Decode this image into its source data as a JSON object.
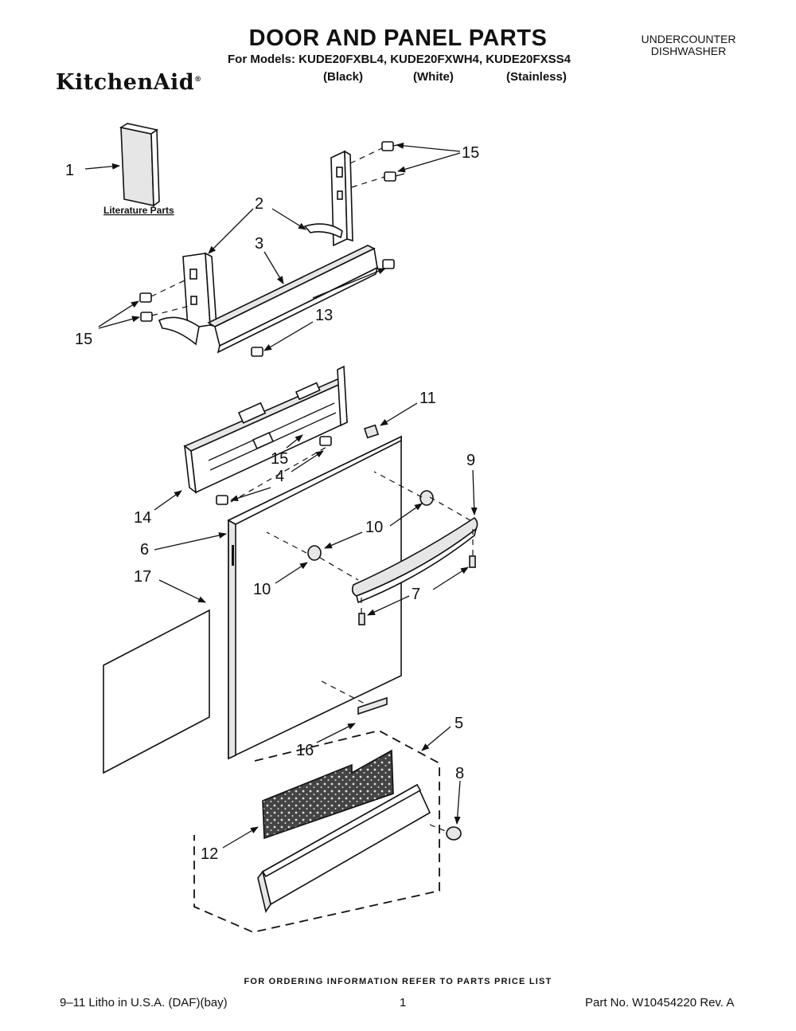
{
  "header": {
    "title": "DOOR AND PANEL PARTS",
    "models_line": "For Models: KUDE20FXBL4, KUDE20FXWH4, KUDE20FXSS4",
    "variants": [
      "(Black)",
      "(White)",
      "(Stainless)"
    ],
    "product_type_line1": "UNDERCOUNTER",
    "product_type_line2": "DISHWASHER",
    "brand": "KitchenAid",
    "brand_mark": "®"
  },
  "diagram": {
    "literature_label": "Literature Parts",
    "callouts": {
      "c1": "1",
      "c2": "2",
      "c3": "3",
      "c4": "4",
      "c5": "5",
      "c6": "6",
      "c7": "7",
      "c8": "8",
      "c9": "9",
      "c10a": "10",
      "c10b": "10",
      "c11": "11",
      "c12": "12",
      "c13": "13",
      "c14": "14",
      "c15a": "15",
      "c15b": "15",
      "c15c": "15",
      "c16": "16",
      "c17": "17"
    }
  },
  "footer": {
    "note": "FOR ORDERING INFORMATION REFER TO PARTS PRICE LIST",
    "left": "9–11 Litho in U.S.A. (DAF)(bay)",
    "page": "1",
    "right": "Part No. W10454220 Rev. A"
  }
}
